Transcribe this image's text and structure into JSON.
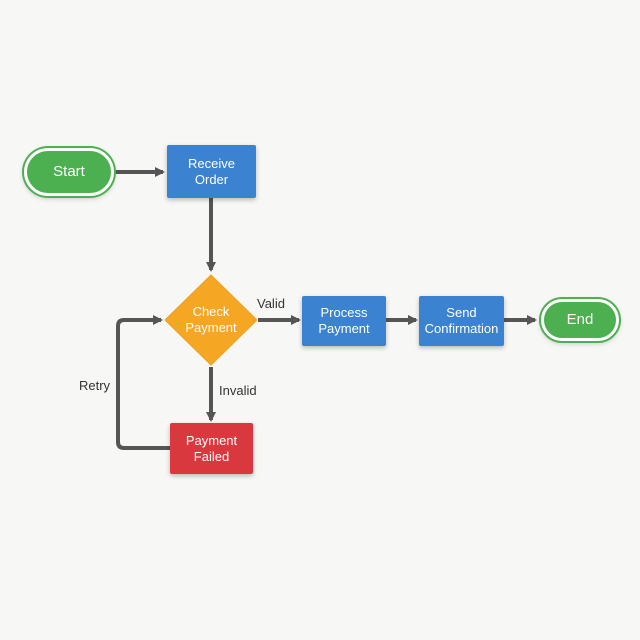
{
  "nodes": {
    "start": "Start",
    "receive_order": "Receive\nOrder",
    "check_payment": "Check\nPayment",
    "process_payment": "Process\nPayment",
    "send_confirmation": "Send\nConfirmation",
    "end": "End",
    "payment_failed": "Payment\nFailed"
  },
  "edge_labels": {
    "valid": "Valid",
    "invalid": "Invalid",
    "retry": "Retry"
  },
  "colors": {
    "terminal": "#4caf50",
    "process": "#3b82d0",
    "decision": "#f5a623",
    "error": "#d9383f",
    "arrow": "#555555"
  }
}
